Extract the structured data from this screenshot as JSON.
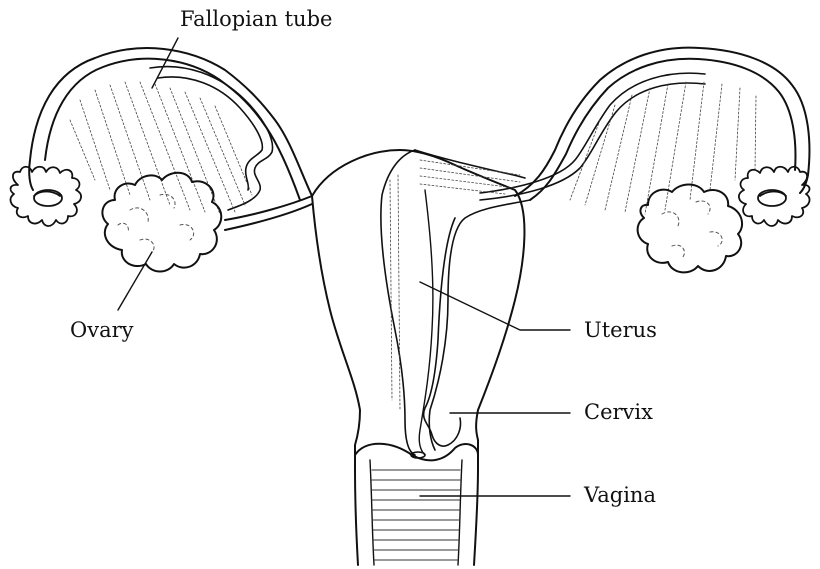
{
  "labels": {
    "fallopian_tube": "Fallopian tube",
    "ovary": "Ovary",
    "uterus": "Uterus",
    "cervix": "Cervix",
    "vagina": "Vagina"
  },
  "colors": {
    "line": "#111111",
    "background": "#ffffff"
  }
}
